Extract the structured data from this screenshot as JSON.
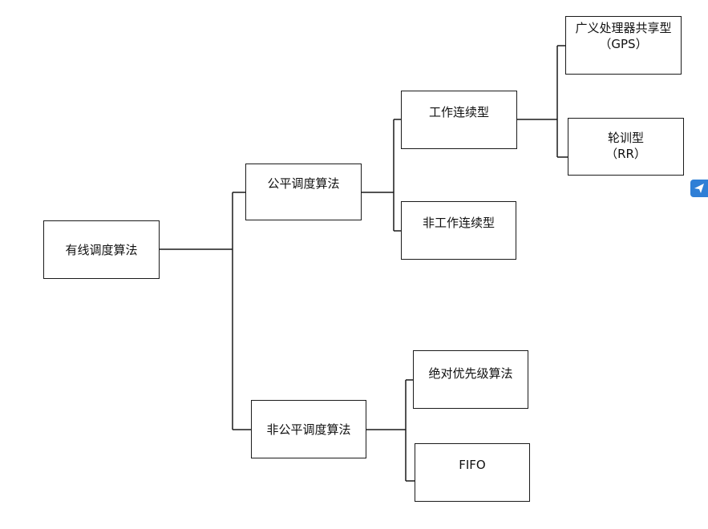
{
  "diagram": {
    "root": {
      "label": "有线调度算法"
    },
    "fair": {
      "label": "公平调度算法"
    },
    "unfair": {
      "label": "非公平调度算法"
    },
    "work_conserving": {
      "label": "工作连续型"
    },
    "non_work_conserving": {
      "label": "非工作连续型"
    },
    "gps": {
      "label": "广义处理器共享型",
      "sub": "（GPS）"
    },
    "rr": {
      "label": "轮训型",
      "sub": "（RR）"
    },
    "absolute_priority": {
      "label": "绝对优先级算法"
    },
    "fifo": {
      "label": "FIFO"
    }
  },
  "side_tool": {
    "icon": "paper-plane-icon",
    "color": "#2f7fd6"
  }
}
